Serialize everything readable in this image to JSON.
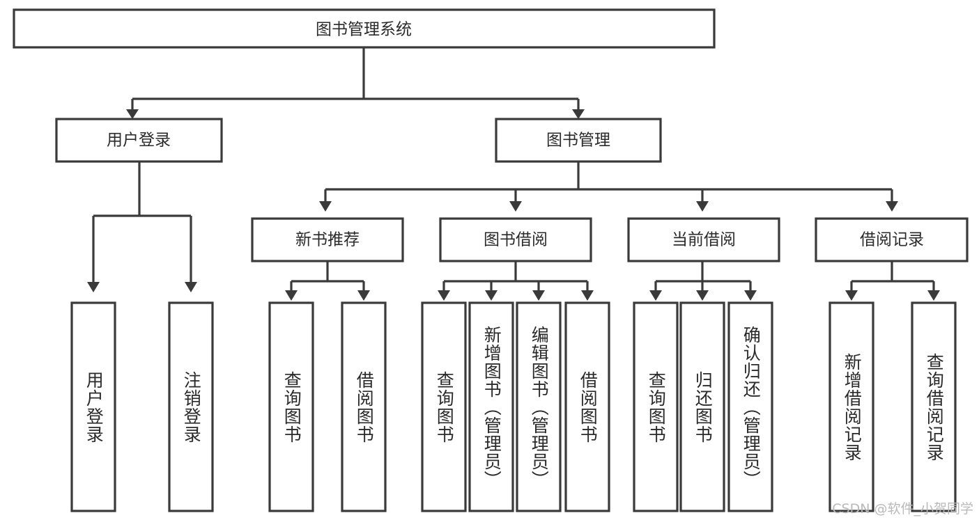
{
  "diagram": {
    "title": "图书管理系统",
    "type": "hierarchy-tree",
    "watermark": "CSDN @软件_小贺同学",
    "colors": {
      "stroke": "#3a3a3a",
      "fill": "#ffffff",
      "text": "#2a2a2a",
      "watermark": "#b9b9b9"
    },
    "root": {
      "label": "图书管理系统"
    },
    "level2": [
      {
        "label": "用户登录"
      },
      {
        "label": "图书管理"
      }
    ],
    "level3": [
      {
        "label": "新书推荐"
      },
      {
        "label": "图书借阅"
      },
      {
        "label": "当前借阅"
      },
      {
        "label": "借阅记录"
      }
    ],
    "leaves": {
      "user_login": [
        {
          "label": "用户登录"
        },
        {
          "label": "注销登录"
        }
      ],
      "new_book_recommend": [
        {
          "label": "查询图书"
        },
        {
          "label": "借阅图书"
        }
      ],
      "book_borrow": [
        {
          "label": "查询图书"
        },
        {
          "label": "新增图书（管理员）"
        },
        {
          "label": "编辑图书（管理员）"
        },
        {
          "label": "借阅图书"
        }
      ],
      "current_borrow": [
        {
          "label": "查询图书"
        },
        {
          "label": "归还图书"
        },
        {
          "label": "确认归还（管理员）"
        }
      ],
      "borrow_record": [
        {
          "label": "新增借阅记录"
        },
        {
          "label": "查询借阅记录"
        }
      ]
    }
  }
}
